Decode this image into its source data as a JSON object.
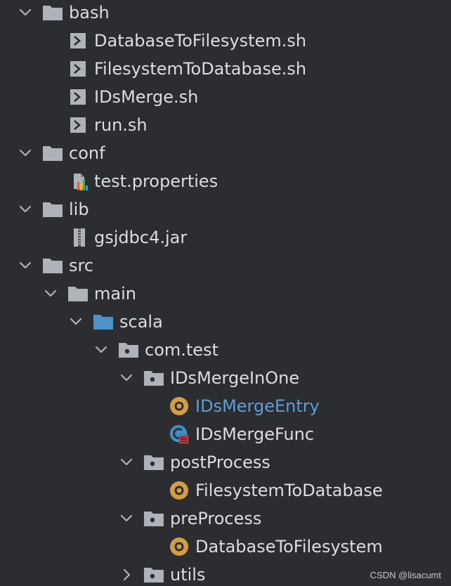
{
  "colors": {
    "background": "#2b2d30",
    "text": "#dcdde0",
    "accent_text": "#5e9ed6",
    "folder": "#aeb3ba",
    "source_folder": "#4b93c8",
    "class_orange": "#d39e43",
    "class_blue": "#3d8fc4",
    "script": "#aeb3ba"
  },
  "tree": [
    {
      "label": "bash",
      "icon": "folder-icon",
      "arrow": "down"
    },
    {
      "label": "DatabaseToFilesystem.sh",
      "icon": "shell-script-icon"
    },
    {
      "label": "FilesystemToDatabase.sh",
      "icon": "shell-script-icon"
    },
    {
      "label": "IDsMerge.sh",
      "icon": "shell-script-icon"
    },
    {
      "label": "run.sh",
      "icon": "shell-script-icon"
    },
    {
      "label": "conf",
      "icon": "folder-icon",
      "arrow": "down"
    },
    {
      "label": "test.properties",
      "icon": "properties-file-icon"
    },
    {
      "label": "lib",
      "icon": "folder-icon",
      "arrow": "down"
    },
    {
      "label": "gsjdbc4.jar",
      "icon": "jar-archive-icon"
    },
    {
      "label": "src",
      "icon": "folder-icon",
      "arrow": "down"
    },
    {
      "label": "main",
      "icon": "folder-icon",
      "arrow": "down"
    },
    {
      "label": "scala",
      "icon": "source-root-folder-icon",
      "arrow": "down"
    },
    {
      "label": "com.test",
      "icon": "package-icon",
      "arrow": "down"
    },
    {
      "label": "IDsMergeInOne",
      "icon": "package-icon",
      "arrow": "down"
    },
    {
      "label": "IDsMergeEntry",
      "icon": "scala-object-icon",
      "accent": true
    },
    {
      "label": "IDsMergeFunc",
      "icon": "scala-class-icon"
    },
    {
      "label": "postProcess",
      "icon": "package-icon",
      "arrow": "down"
    },
    {
      "label": "FilesystemToDatabase",
      "icon": "scala-object-icon"
    },
    {
      "label": "preProcess",
      "icon": "package-icon",
      "arrow": "down"
    },
    {
      "label": "DatabaseToFilesystem",
      "icon": "scala-object-icon"
    },
    {
      "label": "utils",
      "icon": "package-icon",
      "arrow": "right"
    }
  ],
  "watermark": "CSDN @lisacumt"
}
